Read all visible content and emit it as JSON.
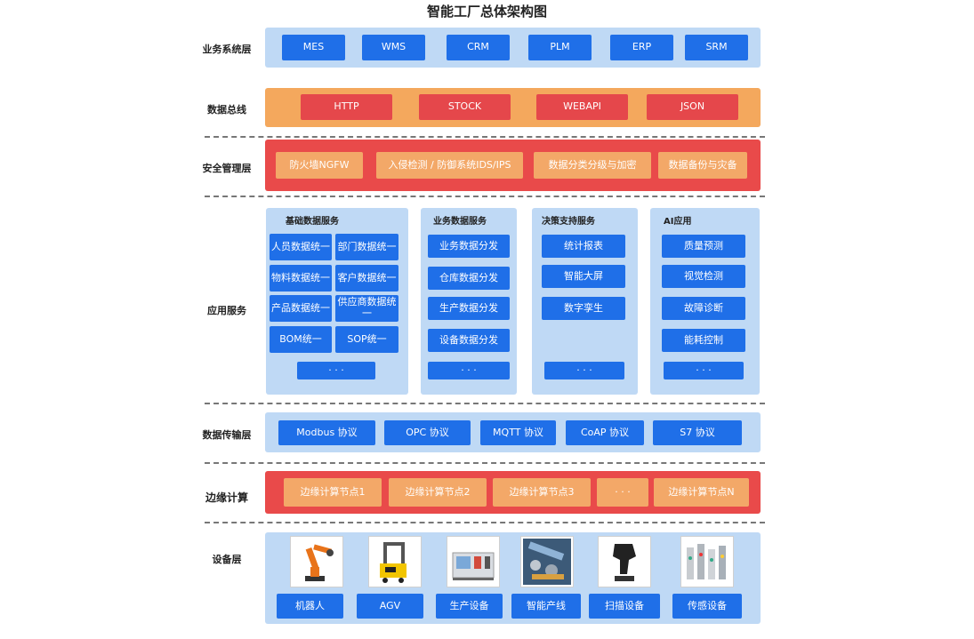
{
  "title": "智能工厂总体架构图",
  "layers": {
    "business": {
      "label": "业务系统层",
      "items": [
        "MES",
        "WMS",
        "CRM",
        "PLM",
        "ERP",
        "SRM"
      ]
    },
    "bus": {
      "label": "数据总线",
      "items": [
        "HTTP",
        "STOCK",
        "WEBAPI",
        "JSON"
      ]
    },
    "security": {
      "label": "安全管理层",
      "items": [
        "防火墙NGFW",
        "入侵检测 / 防御系统IDS/IPS",
        "数据分类分级与加密",
        "数据备份与灾备"
      ]
    },
    "app": {
      "label": "应用服务",
      "panels": [
        {
          "title": "基础数据服务",
          "items": [
            "人员数据统一",
            "部门数据统一",
            "物料数据统一",
            "客户数据统一",
            "产品数据统一",
            "供应商数据统一",
            "BOM统一",
            "SOP统一"
          ],
          "more": "· · ·"
        },
        {
          "title": "业务数据服务",
          "items": [
            "业务数据分发",
            "仓库数据分发",
            "生产数据分发",
            "设备数据分发"
          ],
          "more": "· · ·"
        },
        {
          "title": "决策支持服务",
          "items": [
            "统计报表",
            "智能大屏",
            "数字孪生"
          ],
          "more": "· · ·"
        },
        {
          "title": "AI应用",
          "items": [
            "质量预测",
            "视觉检测",
            "故障诊断",
            "能耗控制"
          ],
          "more": "· · ·"
        }
      ]
    },
    "transport": {
      "label": "数据传输层",
      "items": [
        "Modbus 协议",
        "OPC 协议",
        "MQTT 协议",
        "CoAP 协议",
        "S7 协议"
      ]
    },
    "edge": {
      "label": "边缘计算",
      "items": [
        "边缘计算节点1",
        "边缘计算节点2",
        "边缘计算节点3",
        "· · ·",
        "边缘计算节点N"
      ]
    },
    "device": {
      "label": "设备层",
      "items": [
        "机器人",
        "AGV",
        "生产设备",
        "智能产线",
        "扫描设备",
        "传感设备"
      ]
    }
  },
  "colors": {
    "blue_button": "#1f6fe8",
    "light_blue_bg": "#bfd9f5",
    "orange_bg": "#f4a85d",
    "red_bg": "#e94a4a",
    "red_button": "#e5474b",
    "peach_button": "#f3a868"
  },
  "device_icons": [
    "robot-arm-icon",
    "agv-icon",
    "production-machine-icon",
    "production-line-icon",
    "barcode-scanner-icon",
    "sensor-devices-icon"
  ]
}
